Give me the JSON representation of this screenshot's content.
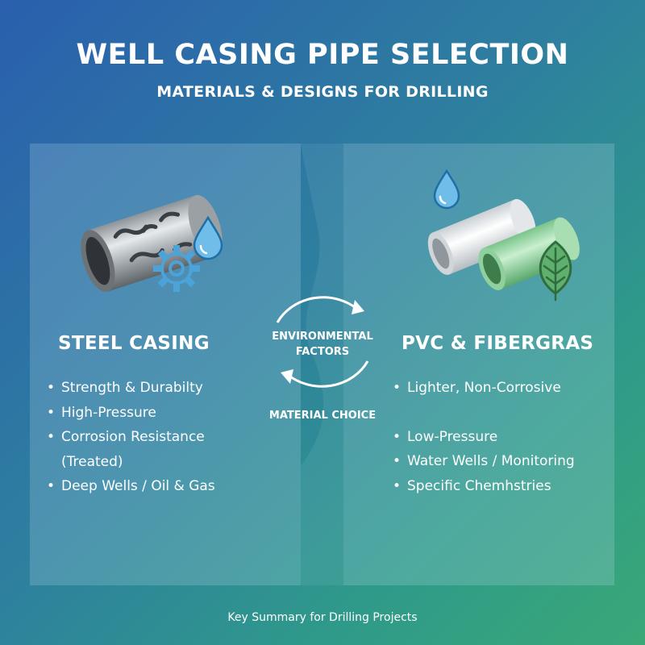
{
  "header": {
    "title": "WELL CASING PIPE SELECTION",
    "subtitle": "MATERIALS & DESIGNS FOR DRILLING"
  },
  "left_panel": {
    "heading": "STEEL CASING",
    "items": [
      "Strength & Durabilty",
      "High-Pressure",
      "Corrosion Resistance",
      "(Treated)",
      "Deep Wells / Oil & Gas"
    ]
  },
  "right_panel": {
    "heading": "PVC & FIBERGRAS",
    "items": [
      "Lighter, Non-Corrosive",
      "Low-Pressure",
      "Water Wells / Monitoring",
      "Specific Chemhstries"
    ]
  },
  "center": {
    "top_label_line1": "ENVIRONMENTAL",
    "top_label_line2": "FACTORS",
    "bottom_label": "MATERIAL CHOICE"
  },
  "footer": {
    "text": "Key Summary for Drilling Projects"
  },
  "icons": {
    "steel": [
      "steel-pipe-icon",
      "gear-icon",
      "water-drop-icon"
    ],
    "plastic": [
      "white-pvc-pipe-icon",
      "green-fiberglass-pipe-icon",
      "water-drop-icon",
      "leaf-icon"
    ],
    "center": [
      "cycle-arrows-icon"
    ]
  },
  "colors": {
    "accent_blue": "#4ba3d8",
    "leaf_green": "#3f8f4f"
  }
}
